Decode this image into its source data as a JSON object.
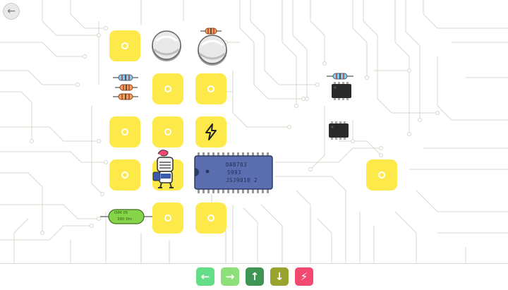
{
  "game": {
    "back_icon": "back-arrow-icon",
    "tile_color": "#fde94a",
    "power_icon": "lightning-bolt-icon",
    "chip": {
      "line1": "DAB703",
      "line2": "S993",
      "line3": "JSJ9010 2",
      "color": "#5b6fb0"
    },
    "resistor_label": {
      "line1": "DIM 05",
      "line2": "390 0m"
    },
    "player": "knight-robot-character"
  },
  "controls": [
    {
      "label": "←",
      "icon": "arrow-left-icon",
      "color": "#66dd88"
    },
    {
      "label": "→",
      "icon": "arrow-right-icon",
      "color": "#8ee07a"
    },
    {
      "label": "↑",
      "icon": "arrow-up-icon",
      "color": "#3f9654"
    },
    {
      "label": "↓",
      "icon": "arrow-down-icon",
      "color": "#99a42e"
    },
    {
      "label": "⚡",
      "icon": "lightning-icon",
      "color": "#f1496f"
    }
  ]
}
